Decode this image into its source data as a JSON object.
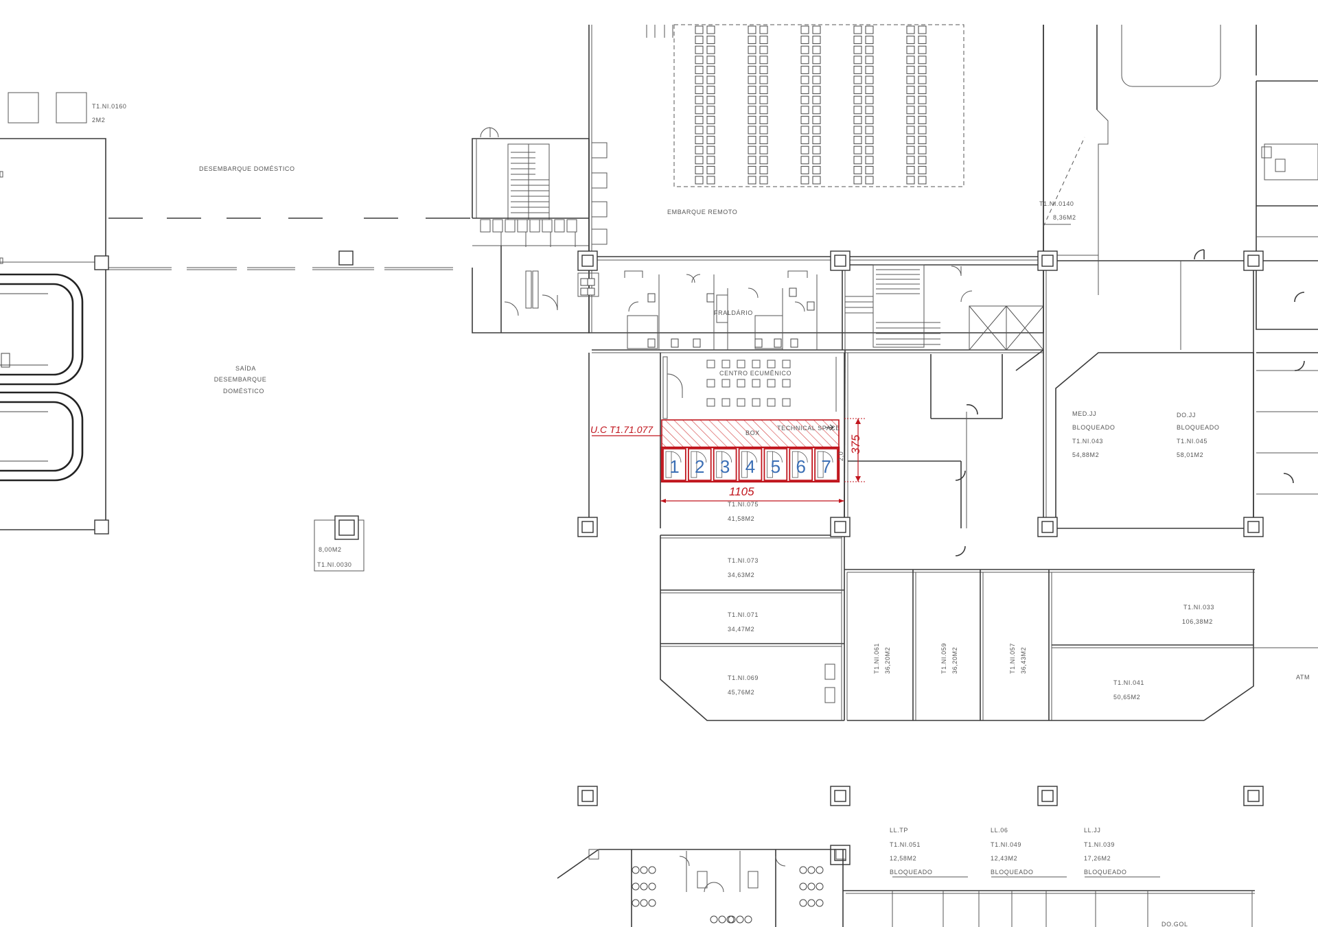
{
  "drawing": {
    "highlight": {
      "unit_label": "U.C T1.71.077",
      "dim_width": "1105",
      "dim_height": "375",
      "technical_space": "TECHNICAL SPACE",
      "small_tag": "BOX",
      "small_side": "2,0",
      "units": [
        "1",
        "2",
        "3",
        "4",
        "5",
        "6",
        "7"
      ]
    },
    "rooms": {
      "desembarque": "DESEMBARQUE DOMÉSTICO",
      "saida_1": "SAÍDA",
      "saida_2": "DESEMBARQUE",
      "saida_3": "DOMÉSTICO",
      "embarque_remoto": "EMBARQUE REMOTO",
      "centro_ecumenico": "CENTRO ECUMÊNICO",
      "fraldario": "FRALDÁRIO",
      "atm": "ATM",
      "t1_0160_a": "T1.NI.0160",
      "t1_0160_b": "2M2",
      "t1_0140_a": "T1.NI.0140",
      "t1_0140_b": "8,36M2",
      "t1_0030_a": "8,00M2",
      "t1_0030_b": "T1.NI.0030",
      "med_a": "MED.JJ",
      "med_b": "BLOQUEADO",
      "med_c": "T1.NI.043",
      "med_d": "54,88M2",
      "do_a": "DO.JJ",
      "do_b": "BLOQUEADO",
      "do_c": "T1.NI.045",
      "do_d": "58,01M2",
      "r075_a": "T1.NI.075",
      "r075_b": "41,58M2",
      "r073_a": "T1.NI.073",
      "r073_b": "34,63M2",
      "r071_a": "T1.NI.071",
      "r071_b": "34,47M2",
      "r069_a": "T1.NI.069",
      "r069_b": "45,76M2",
      "r061_a": "T1.NI.061",
      "r061_b": "36,20M2",
      "r059_a": "T1.NI.059",
      "r059_b": "36,20M2",
      "r057_a": "T1.NI.057",
      "r057_b": "36,43M2",
      "r033_a": "T1.NI.033",
      "r033_b": "106,38M2",
      "r041_a": "T1.NI.041",
      "r041_b": "50,65M2",
      "ll_tp_a": "LL.TP",
      "ll_tp_b": "T1.NI.051",
      "ll_tp_c": "12,58M2",
      "ll_tp_d": "BLOQUEADO",
      "ll_06_a": "LL.06",
      "ll_06_b": "T1.NI.049",
      "ll_06_c": "12,43M2",
      "ll_06_d": "BLOQUEADO",
      "ll_jj_a": "LL.JJ",
      "ll_jj_b": "T1.NI.039",
      "ll_jj_c": "17,26M2",
      "ll_jj_d": "BLOQUEADO",
      "do_gol": "DO.GOL"
    }
  },
  "colors": {
    "highlight_red": "#c0141c",
    "unit_blue": "#3c6fb5",
    "line": "#3a3a3a"
  }
}
